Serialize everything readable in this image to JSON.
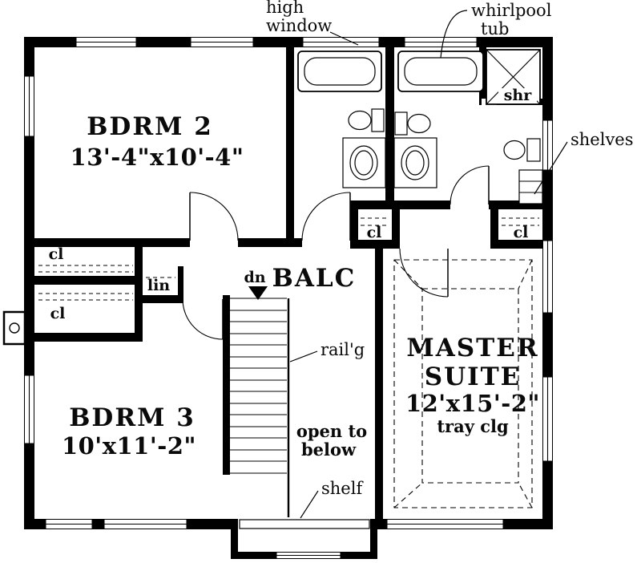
{
  "plan": {
    "callouts": {
      "high_window": {
        "l1": "high",
        "l2": "window"
      },
      "whirlpool_tub": {
        "l1": "whirlpool",
        "l2": "tub"
      },
      "shelves": "shelves",
      "railing": "rail'g",
      "shelf": "shelf"
    },
    "rooms": {
      "bdrm2": {
        "name": "BDRM 2",
        "dims": "13'-4\"x10'-4\""
      },
      "bdrm3": {
        "name": "BDRM 3",
        "dims": "10'x11'-2\""
      },
      "master": {
        "l1": "MASTER",
        "l2": "SUITE",
        "dims": "12'x15'-2\"",
        "ceiling": "tray clg"
      },
      "balcony": {
        "name": "BALC",
        "stair_direction": "dn"
      },
      "open_below": {
        "l1": "open to",
        "l2": "below"
      }
    },
    "closets": {
      "cl_upper_left": "cl",
      "linen": "lin",
      "cl_lower_left": "cl",
      "cl_master_left": "cl",
      "cl_master_right": "cl"
    },
    "fixtures": {
      "shower": "shr"
    },
    "colors": {
      "wall": "#000000",
      "background": "#ffffff",
      "text": "#0a0a0a"
    }
  }
}
